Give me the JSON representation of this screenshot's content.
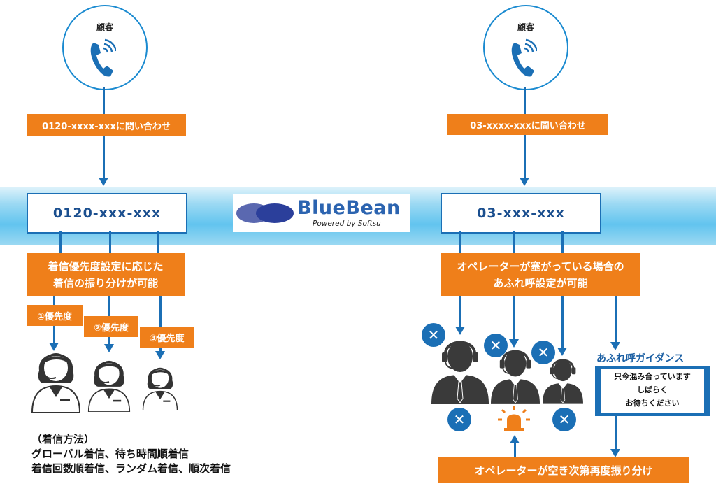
{
  "left": {
    "customer_label": "顧客",
    "inquiry": "0120-xxxx-xxxに問い合わせ",
    "number": "0120-xxx-xxx",
    "feature_line1": "着信優先度設定に応じた",
    "feature_line2": "着信の振り分けが可能",
    "priorities": [
      "①優先度",
      "②優先度",
      "③優先度"
    ],
    "method_title": "（着信方法）",
    "method_line1": "グローバル着信、待ち時間順着信",
    "method_line2": "着信回数順着信、ランダム着信、順次着信"
  },
  "center": {
    "brand": "BlueBean",
    "tagline": "Powered by Softsu"
  },
  "right": {
    "customer_label": "顧客",
    "inquiry": "03-xxxx-xxxに問い合わせ",
    "number": "03-xxx-xxx",
    "feature_line1": "オペレーターが塞がっている場合の",
    "feature_line2": "あふれ呼設定が可能",
    "guidance_title": "あふれ呼ガイダンス",
    "guidance_line1": "只今混み合っています",
    "guidance_line2": "しばらく",
    "guidance_line3": "お待ちください",
    "redistribute": "オペレーターが空き次第再度振り分け"
  },
  "colors": {
    "accent": "#ef7f1a",
    "primary": "#1b6fb5",
    "band": "#62c4ef",
    "icon": "#3a3a3a"
  }
}
